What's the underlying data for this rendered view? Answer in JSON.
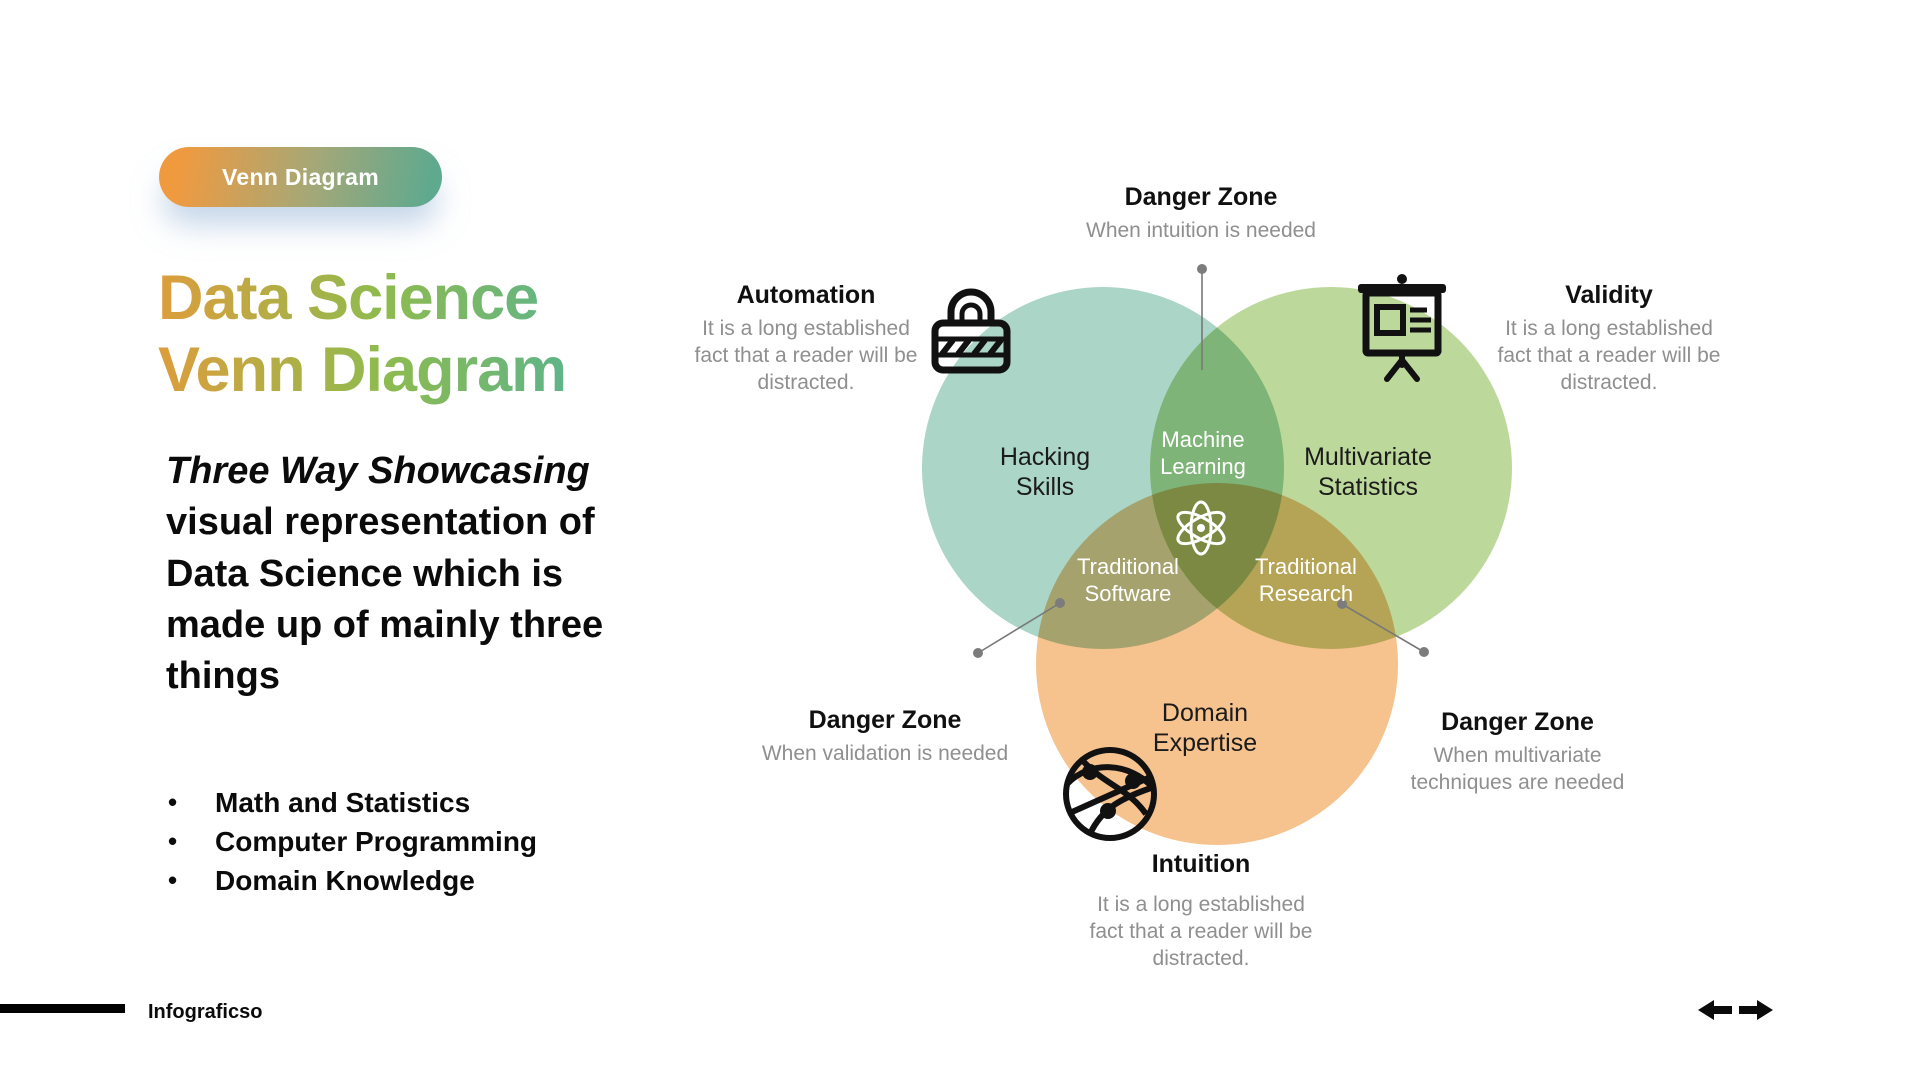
{
  "badge": {
    "label": "Venn Diagram"
  },
  "title": "Data Science\nVenn Diagram",
  "intro": {
    "italic": "Three Way Showcasing",
    "rest": " visual representation of Data Science which is made up of mainly three things"
  },
  "bullets": [
    "Math and Statistics",
    "Computer Programming",
    "Domain Knowledge"
  ],
  "diagram": {
    "circles": [
      {
        "id": "hacking-skills",
        "label": "Hacking\nSkills",
        "color": "#abd5c6"
      },
      {
        "id": "multivariate-statistics",
        "label": "Multivariate\nStatistics",
        "color": "#bdd89b"
      },
      {
        "id": "domain-expertise",
        "label": "Domain\nExpertise",
        "color": "#f6c28e"
      }
    ],
    "intersections": [
      {
        "id": "machine-learning",
        "label": "Machine\nLearning"
      },
      {
        "id": "traditional-software",
        "label": "Traditional\nSoftware"
      },
      {
        "id": "traditional-research",
        "label": "Traditional\nResearch"
      }
    ],
    "callouts": {
      "top": {
        "title": "Danger Zone",
        "subtitle": "When intuition is needed"
      },
      "automation": {
        "title": "Automation",
        "body": "It is a long established fact that a reader will be distracted."
      },
      "validity": {
        "title": "Validity",
        "body": "It is a long established fact that a reader will be distracted."
      },
      "bottom_left": {
        "title": "Danger Zone",
        "subtitle": "When validation is needed"
      },
      "bottom_right": {
        "title": "Danger Zone",
        "subtitle": "When multivariate techniques are needed"
      },
      "intuition": {
        "title": "Intuition",
        "body": "It is a long established fact that a reader will be distracted."
      }
    },
    "icons": [
      "lock-icon",
      "presentation-board-icon",
      "globe-network-icon",
      "atom-icon"
    ]
  },
  "footer": {
    "brand": "Infograficso"
  },
  "colors": {
    "badge_gradient": [
      "#f09a40",
      "#5fa98f"
    ],
    "title_gradient": [
      "#dd9d3c",
      "#8ebb4e",
      "#5fb489"
    ],
    "circle_teal": "#abd5c6",
    "circle_green": "#bdd89b",
    "circle_orange": "#f6c28e",
    "muted_text": "#8f8f8f",
    "connector": "#787878"
  }
}
